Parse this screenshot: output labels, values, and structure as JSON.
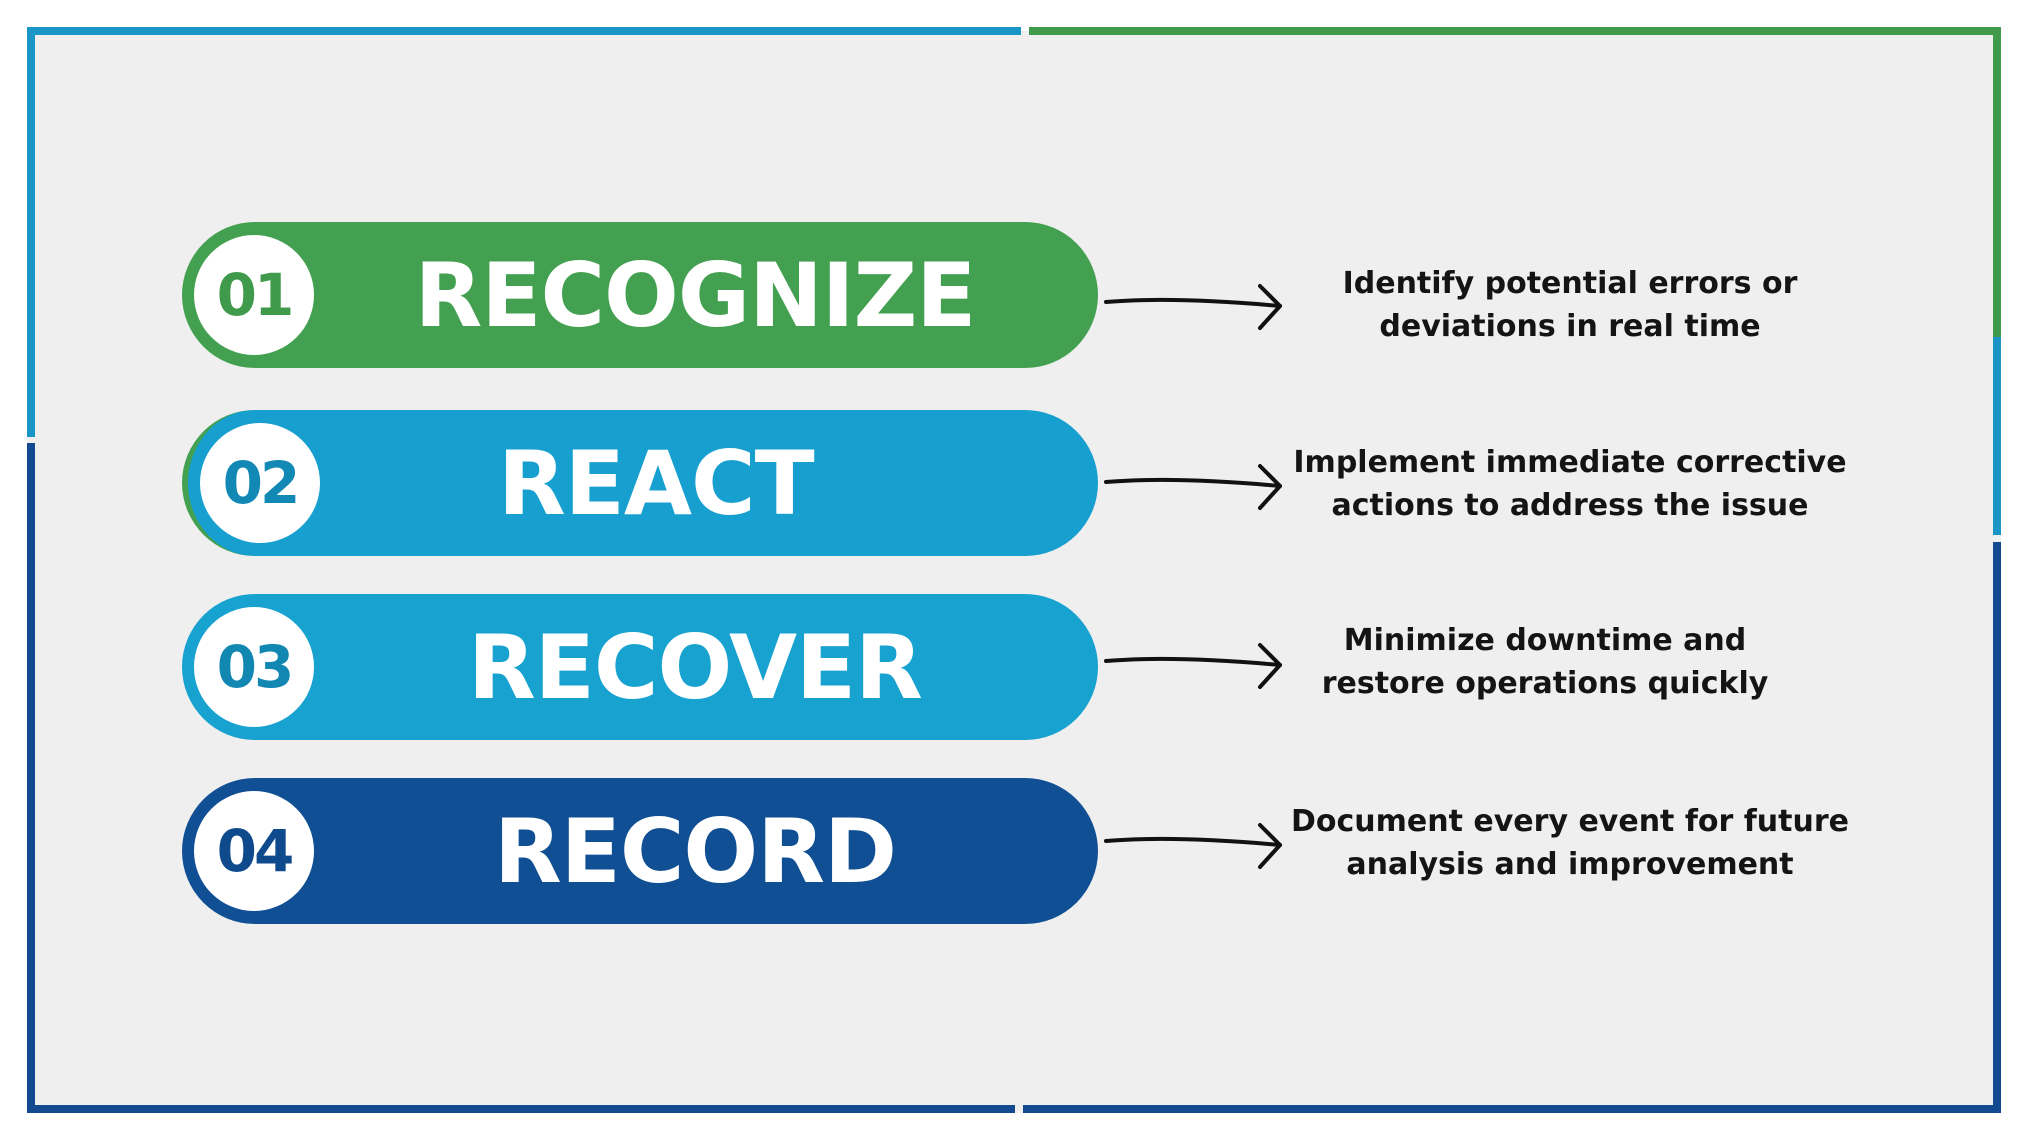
{
  "steps": [
    {
      "number": "01",
      "title": "RECOGNIZE",
      "description_lines": [
        "Identify potential errors or",
        "deviations in real time"
      ],
      "color": "#43a050",
      "number_color": "#3f9a4c"
    },
    {
      "number": "02",
      "title": "REACT",
      "description_lines": [
        "Implement immediate corrective",
        "actions to address the issue"
      ],
      "color": "#169fcf",
      "number_color": "#1289b5"
    },
    {
      "number": "03",
      "title": "RECOVER",
      "description_lines": [
        "Minimize downtime and",
        "restore operations quickly"
      ],
      "color": "#17a2d0",
      "number_color": "#1287b2"
    },
    {
      "number": "04",
      "title": "RECORD",
      "description_lines": [
        "Document every event for future",
        "analysis and improvement"
      ],
      "color": "#104f94",
      "number_color": "#0f4a8c"
    }
  ],
  "frame_colors": {
    "teal": "#1b94c6",
    "green": "#3f9a4c",
    "navy": "#114a8e"
  }
}
